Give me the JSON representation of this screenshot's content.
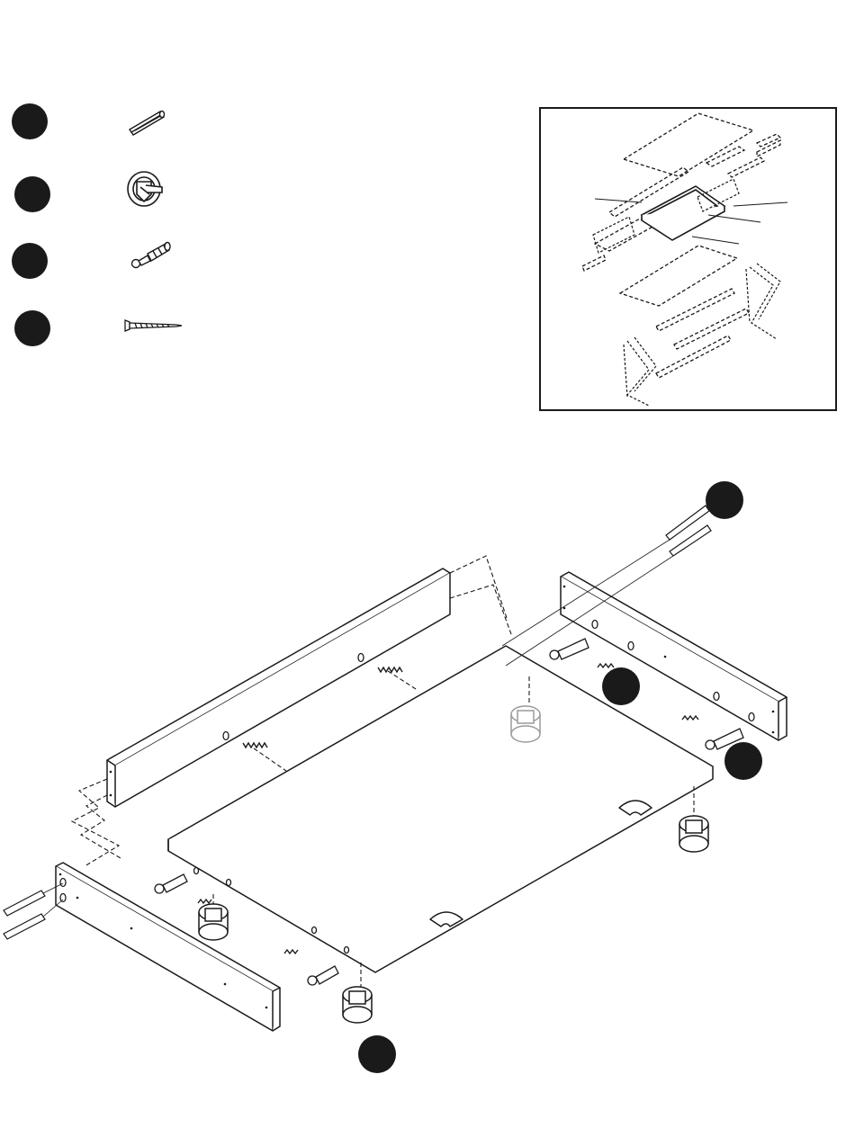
{
  "hardware_legend": [
    {
      "icon": "wood-dowel-icon"
    },
    {
      "icon": "cam-lock-icon"
    },
    {
      "icon": "cam-bolt-icon"
    },
    {
      "icon": "long-screw-icon"
    }
  ],
  "overview_diagram": {
    "icon": "exploded-furniture-overview-icon"
  },
  "assembly_callouts": [
    {
      "icon": "screw-callout-marker"
    },
    {
      "icon": "cam-bolt-callout-marker"
    },
    {
      "icon": "cam-bolt-callout-marker"
    },
    {
      "icon": "cam-lock-callout-marker"
    }
  ],
  "colors": {
    "ink": "#1a1a1a",
    "panel": "#ffffff",
    "ghost": "#9a9a9a"
  }
}
